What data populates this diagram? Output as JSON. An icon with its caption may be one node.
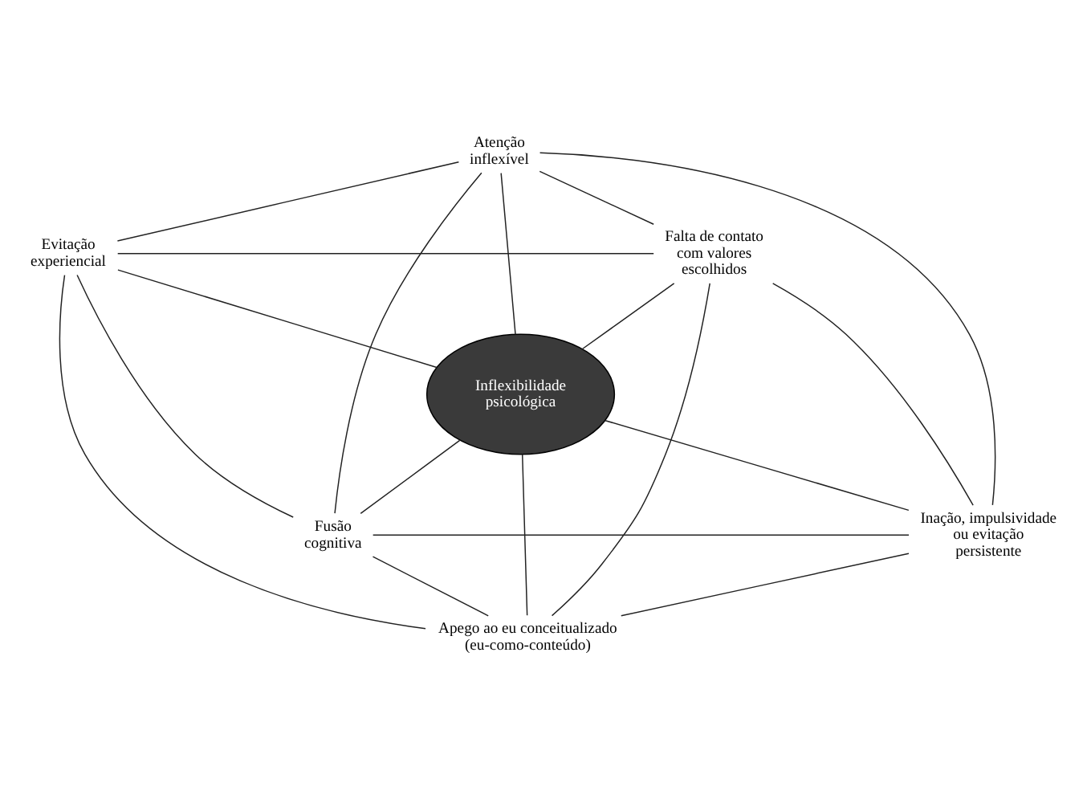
{
  "diagram": {
    "nodes": [
      {
        "text": [
          "Atenção inflexível"
        ]
      },
      {
        "text": [
          "Evitação experiencial"
        ]
      },
      {
        "text": [
          "Falta de contato com valores escolhidos"
        ]
      },
      {
        "text": [
          "Inflexibilidade psicológica"
        ]
      },
      {
        "text": [
          "Fusão cognitiva"
        ]
      },
      {
        "text": [
          "Inação, impulsividade ou evitação persistente"
        ]
      },
      {
        "text": [
          "Apego ao eu conceitualizado (eu-como-conteúdo)"
        ]
      }
    ],
    "edges": [
      {
        "from": 0,
        "to": 1,
        "arrow": "none"
      },
      {
        "from": 0,
        "to": 2,
        "arrow": "none"
      },
      {
        "from": 1,
        "to": 2,
        "arrow": "none"
      },
      {
        "from": 0,
        "to": 3,
        "arrow": "none"
      },
      {
        "from": 1,
        "to": 3,
        "arrow": "none"
      },
      {
        "from": 2,
        "to": 3,
        "arrow": "none"
      },
      {
        "from": 0,
        "to": 4,
        "arrow": "none"
      },
      {
        "from": 0,
        "to": 5,
        "arrow": "none"
      },
      {
        "from": 1,
        "to": 4,
        "arrow": "none"
      },
      {
        "from": 2,
        "to": 5,
        "arrow": "none"
      },
      {
        "from": 1,
        "to": 6,
        "arrow": "none"
      },
      {
        "from": 2,
        "to": 6,
        "arrow": "none"
      },
      {
        "from": 3,
        "to": 4,
        "arrow": "none"
      },
      {
        "from": 3,
        "to": 5,
        "arrow": "none"
      },
      {
        "from": 3,
        "to": 6,
        "arrow": "none"
      },
      {
        "from": 4,
        "to": 5,
        "arrow": "none"
      },
      {
        "from": 4,
        "to": 6,
        "arrow": "none"
      },
      {
        "from": 5,
        "to": 6,
        "arrow": "none"
      }
    ]
  }
}
